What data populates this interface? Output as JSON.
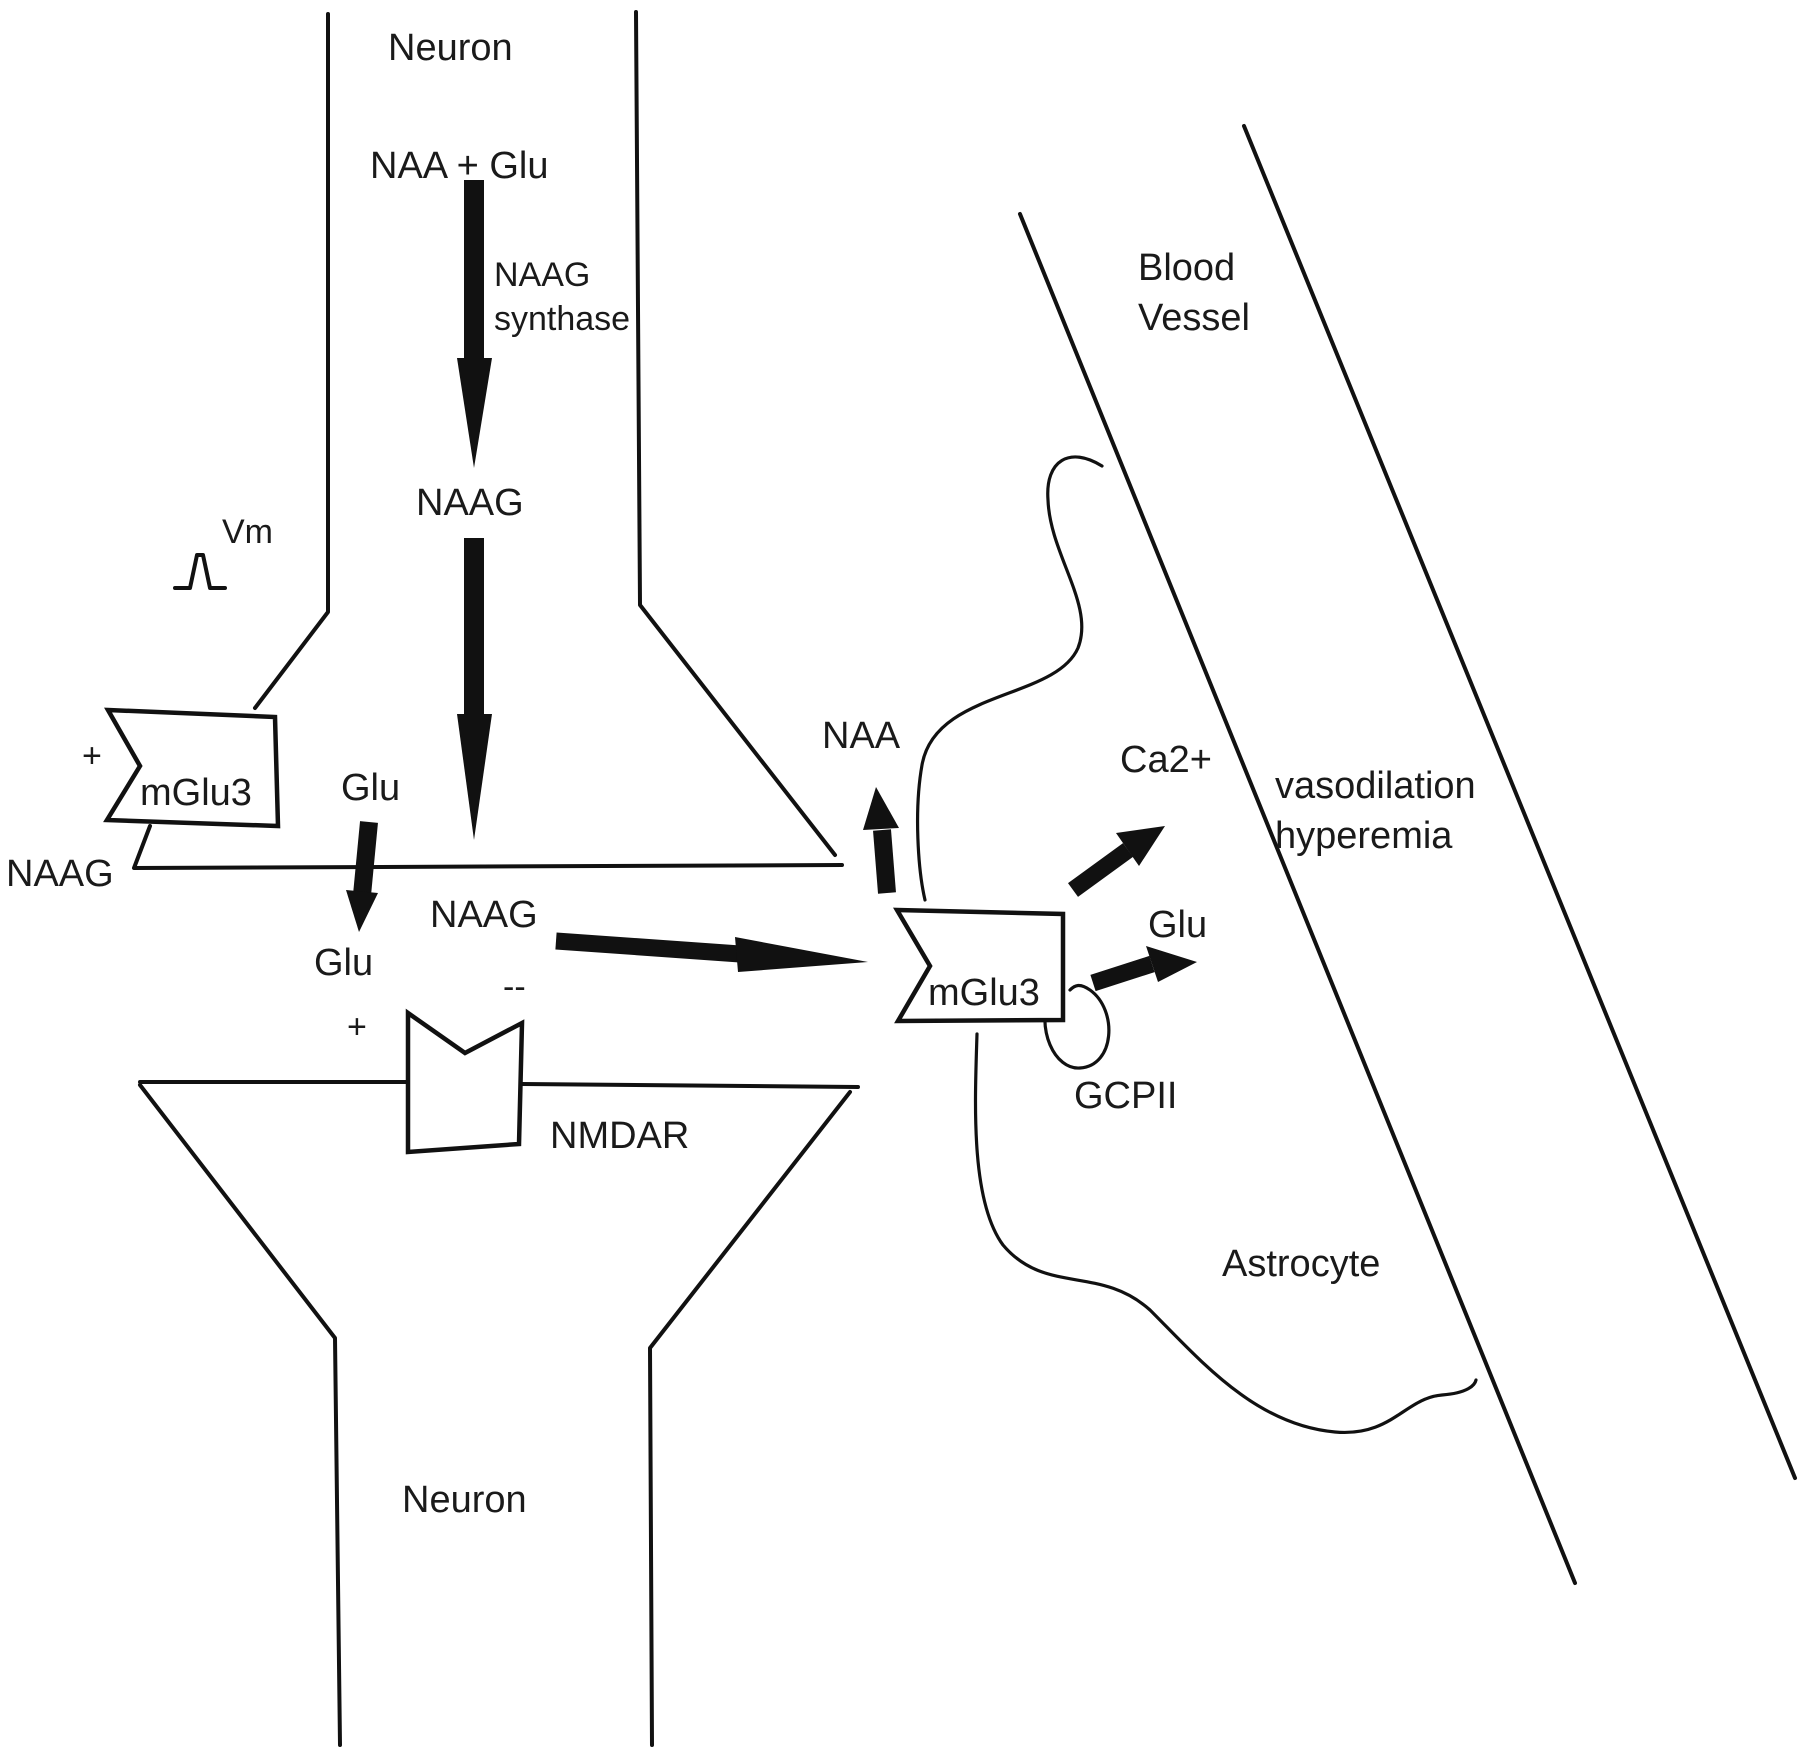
{
  "diagram": {
    "labels": {
      "neuron_top": "Neuron",
      "naa_plus_glu": "NAA + Glu",
      "naag_synthase_line1": "NAAG",
      "naag_synthase_line2": "synthase",
      "naag_cytoplasm": "NAAG",
      "vm": "Vm",
      "mglu3_pre": "mGlu3",
      "plus_pre": "+",
      "naag_left": "NAAG",
      "glu_top": "Glu",
      "glu_cleft": "Glu",
      "naag_cleft": "NAAG",
      "plus_nmdar": "+",
      "minus_nmdar": "--",
      "nmdar": "NMDAR",
      "neuron_bottom": "Neuron",
      "naa_released": "NAA",
      "mglu3_astro": "mGlu3",
      "ca2": "Ca2+",
      "glu_astro": "Glu",
      "gcpii": "GCPII",
      "blood_vessel_line1": "Blood",
      "blood_vessel_line2": "Vessel",
      "vasodilation": "vasodilation",
      "hyperemia": "hyperemia",
      "astrocyte": "Astrocyte"
    }
  }
}
